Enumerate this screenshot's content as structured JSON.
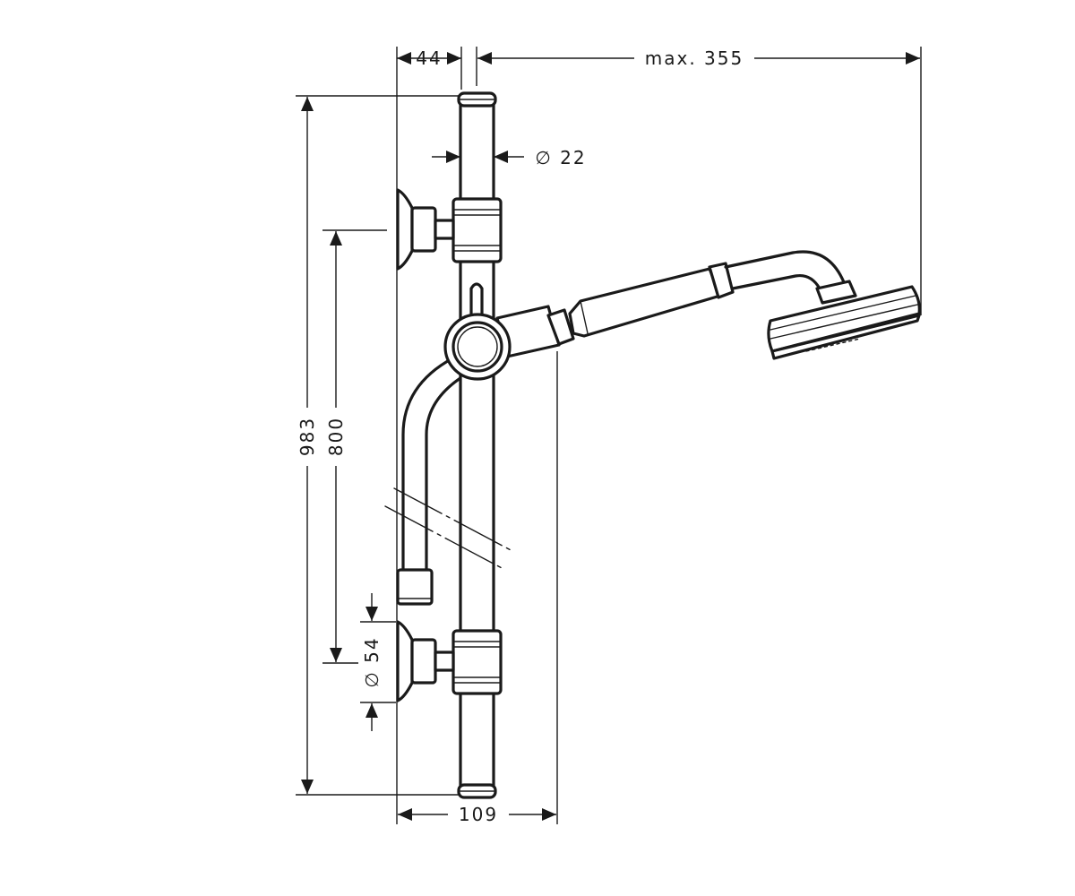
{
  "dimensions": {
    "width_44": "44",
    "max_355": "max. 355",
    "dia_22": "∅ 22",
    "height_983": "983",
    "height_800": "800",
    "dia_54": "∅ 54",
    "width_109": "109"
  },
  "colors": {
    "line": "#1a1a1a",
    "background": "#ffffff"
  }
}
